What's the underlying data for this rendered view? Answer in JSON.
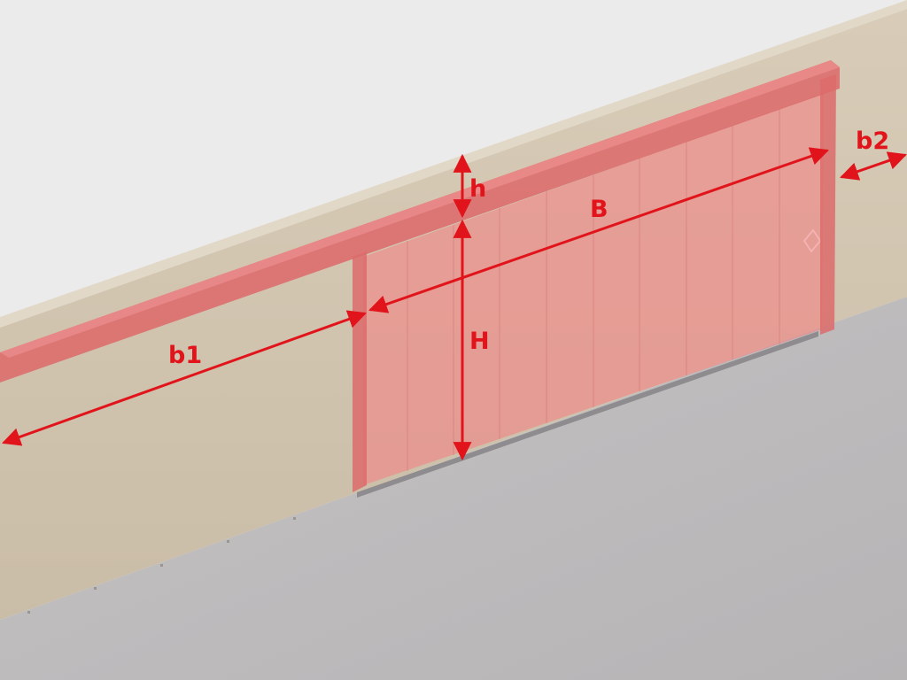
{
  "labels": {
    "b1": "b1",
    "b2": "b2",
    "B": "B",
    "h": "h",
    "H": "H"
  },
  "colors": {
    "background": "#ebebeb",
    "floor": "#bdbbbc",
    "wall_face": "#d2c5b0",
    "wall_top": "#e2d8c7",
    "door_overlay": "#f08585",
    "frame": "#dc6b6b",
    "dimension": "#e2141b"
  }
}
